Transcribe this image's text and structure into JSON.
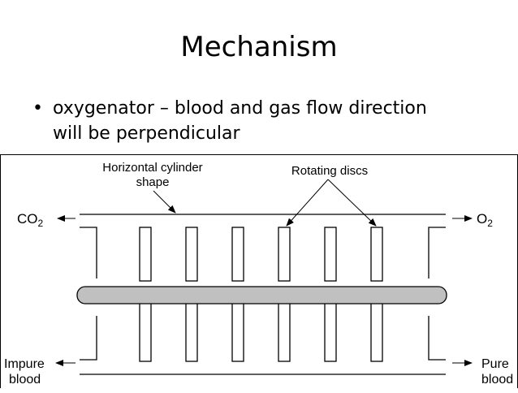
{
  "slide": {
    "title": "Mechanism",
    "bullet_symbol": "•",
    "bullet_line1": "oxygenator – blood and gas flow  direction",
    "bullet_line2": "will be perpendicular"
  },
  "diagram": {
    "label_cylinder_line1": "Horizontal cylinder",
    "label_cylinder_line2": "shape",
    "label_discs": "Rotating discs",
    "co2": "CO",
    "co2_sub": "2",
    "o2": "O",
    "o2_sub": "2",
    "impure_line1": "Impure",
    "impure_line2": "blood",
    "pure_line1": "Pure",
    "pure_line2": "blood",
    "disc_count": 6
  }
}
